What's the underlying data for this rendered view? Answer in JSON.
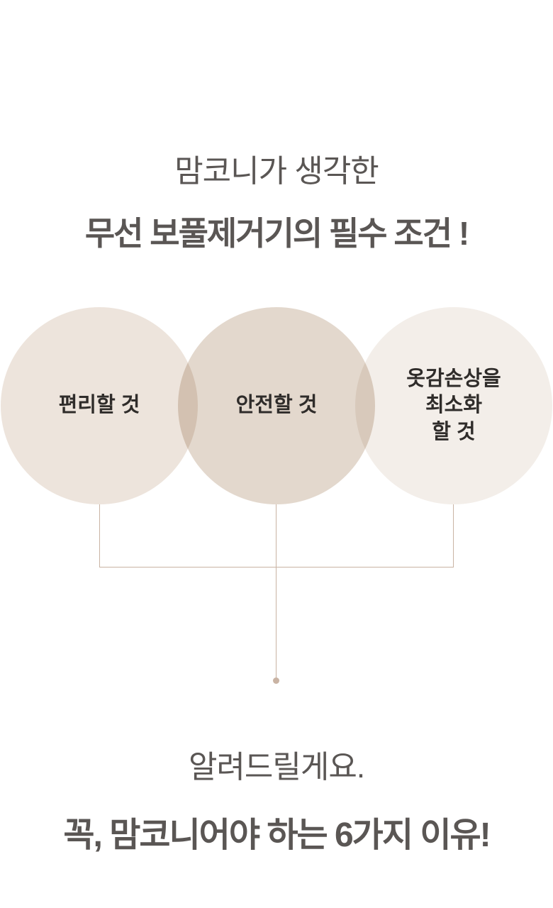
{
  "heading": {
    "line1": "맘코니가 생각한",
    "line2": "무선 보풀제거기의 필수 조건 !"
  },
  "circles": [
    {
      "lines": [
        "편리할 것"
      ]
    },
    {
      "lines": [
        "안전할 것"
      ]
    },
    {
      "lines": [
        "옷감손상을",
        "최소화",
        "할 것"
      ]
    }
  ],
  "conclusion": {
    "line1": "알려드릴게요.",
    "line2": "꼭, 맘코니어야 하는 6가지 이유!"
  },
  "colors": {
    "circle1": "#ede4dc",
    "circle2": "#e3d8cd",
    "circle3": "#f3eee9",
    "connector": "#c9b3a3",
    "text": "#5a5654"
  }
}
